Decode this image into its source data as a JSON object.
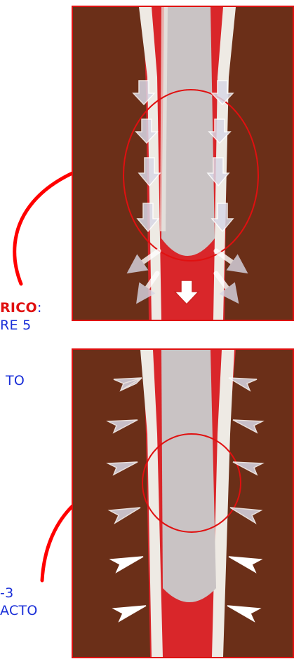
{
  "labels": {
    "top_line1_strong": "RICO",
    "top_line1_rest": ":",
    "top_line2": "RE 5",
    "top_line3": "TO",
    "bottom_line1": "-3",
    "bottom_line2": "ACTO"
  },
  "colors": {
    "background_brown": "#6b2f18",
    "tissue_red": "#d9262a",
    "stem_white": "#eeeae4",
    "stem_shadow": "#c9c3c4",
    "highlight_circle": "#e01010",
    "callout_line": "#ff0000",
    "text_blue": "#1a2fd8"
  },
  "icons": {
    "top_arrows": "down-arrow-icon",
    "bottom_arrows": "outward-arrow-icon"
  }
}
